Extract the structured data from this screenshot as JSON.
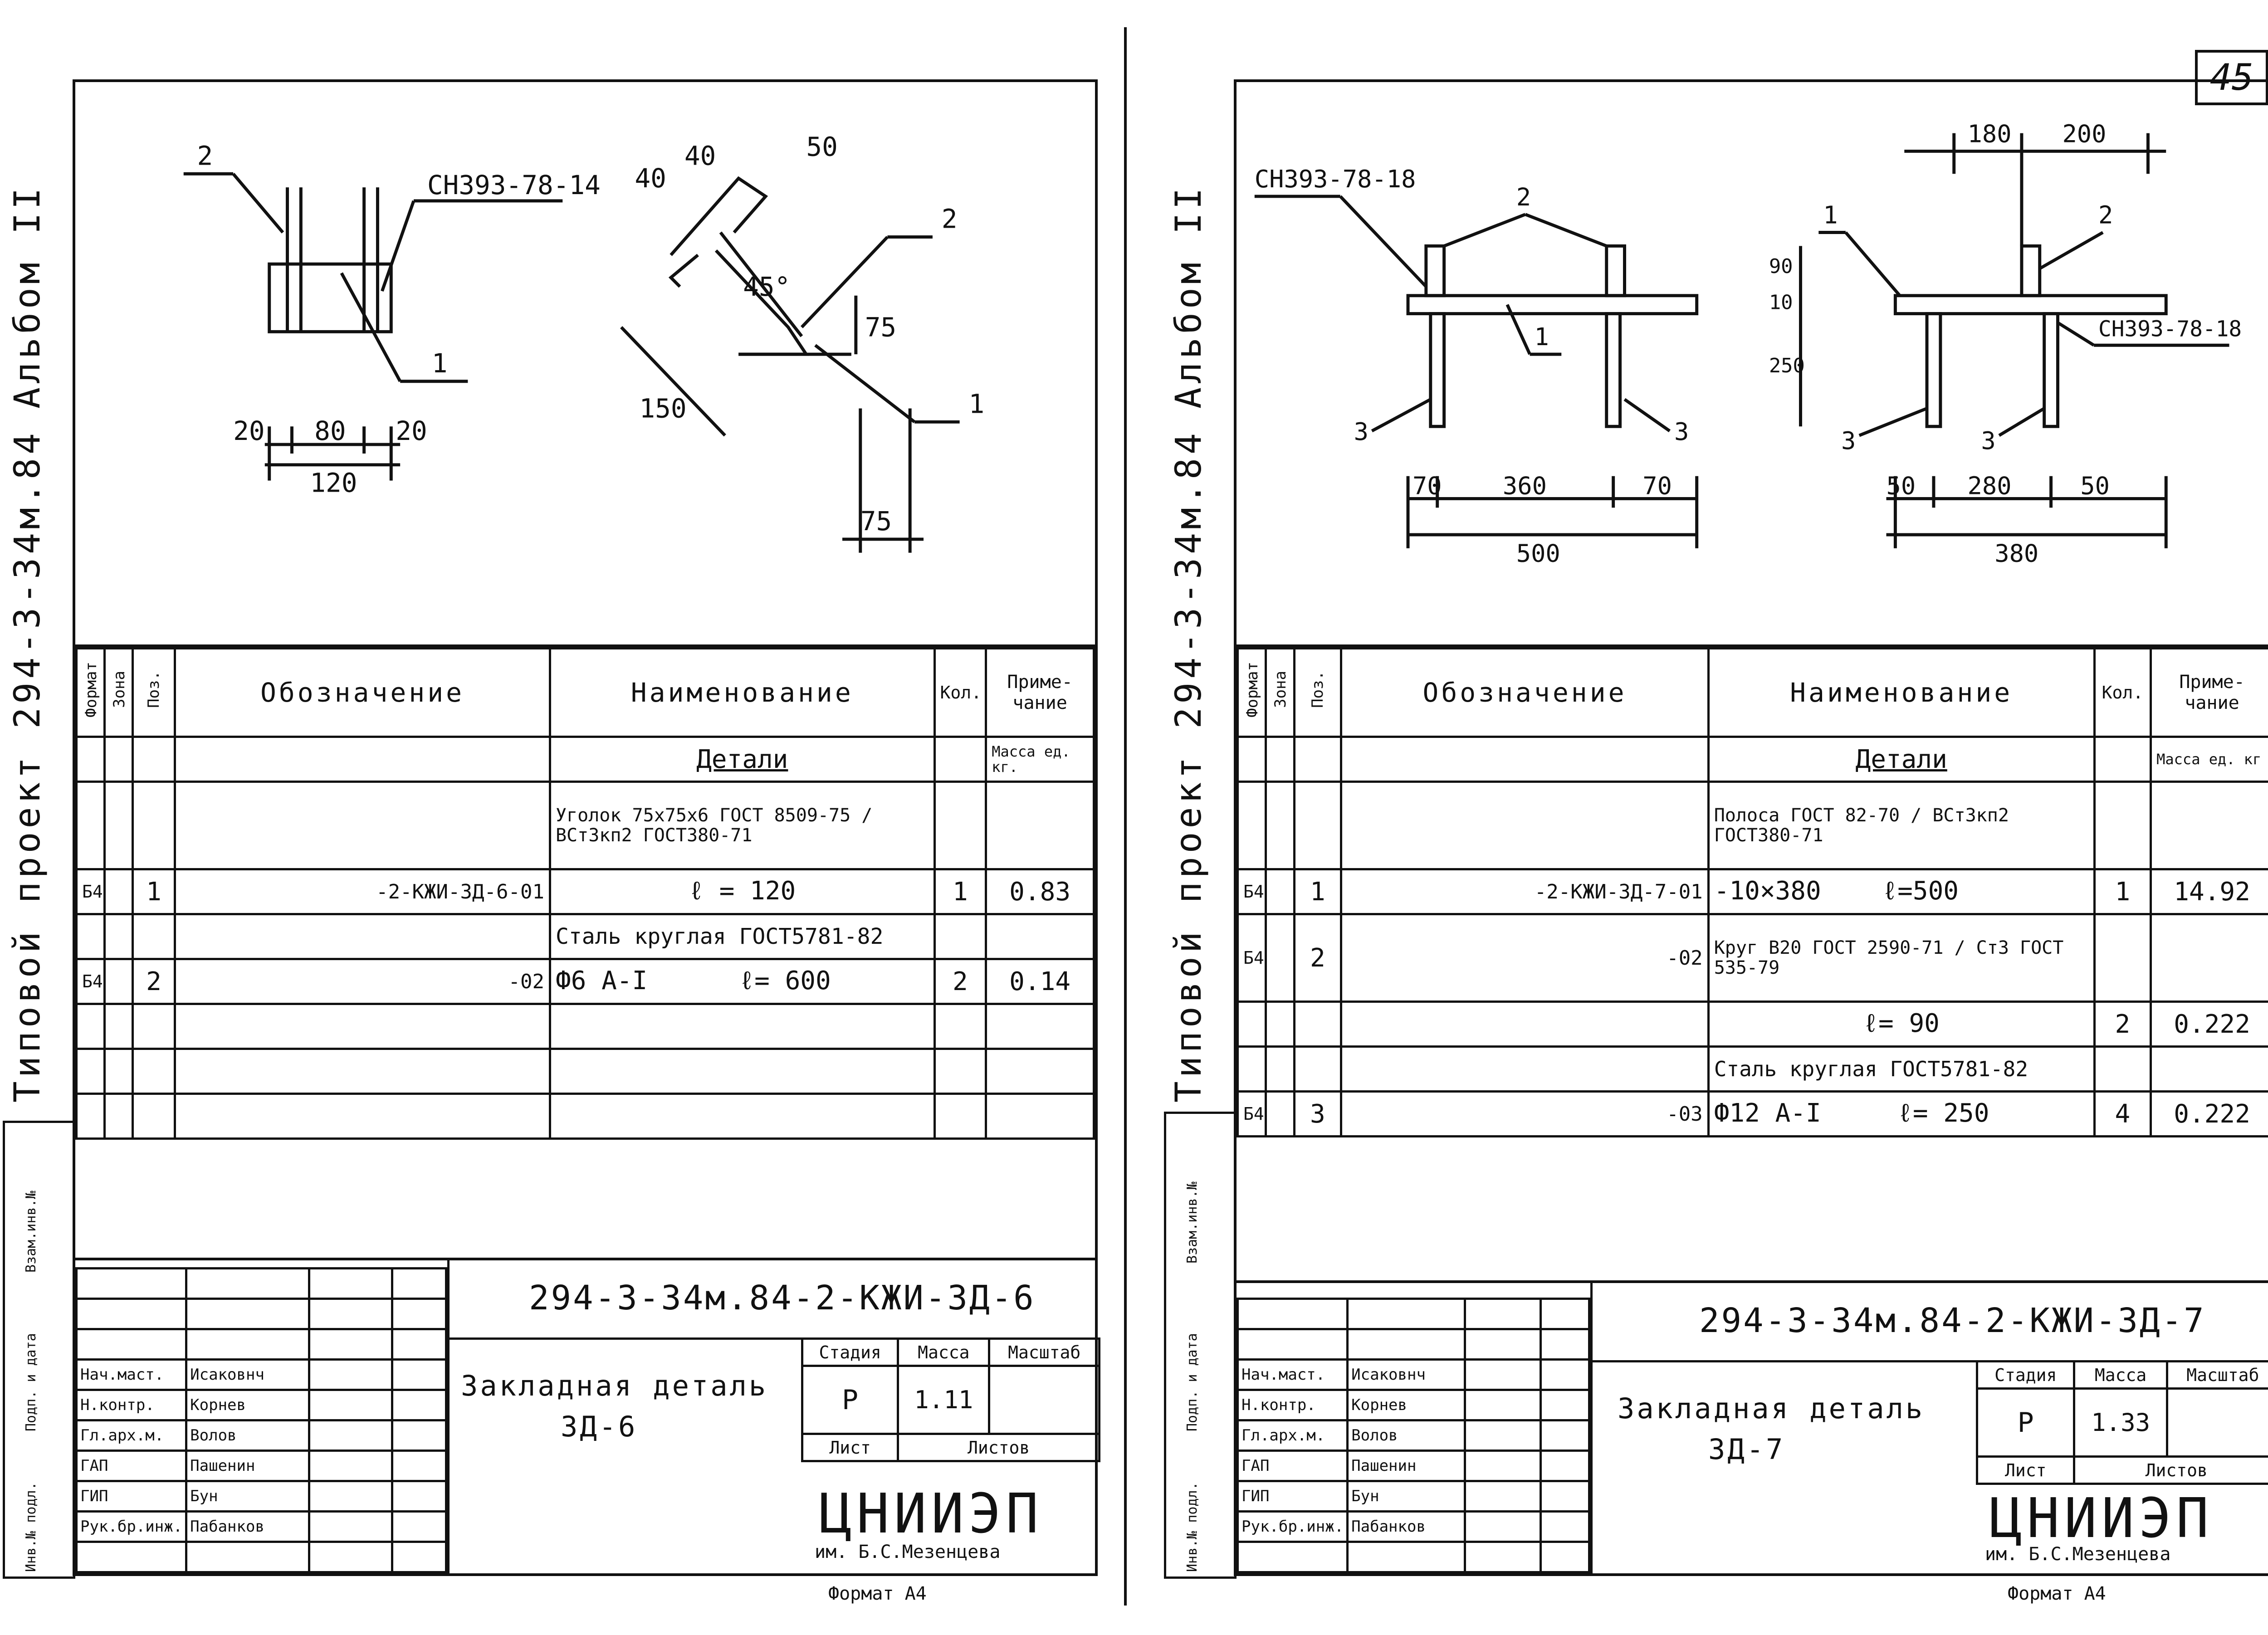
{
  "page_number": "45",
  "left": {
    "side_label_top": "Альбом II",
    "side_label_bottom": "Типовой проект 294-3-34м.84",
    "drawing": {
      "callout_2_a": "2",
      "callout_2_b": "2",
      "callout_1_a": "1",
      "callout_1_b": "1",
      "weld": "СН393-78-14",
      "dims": {
        "d20a": "20",
        "d80": "80",
        "d20b": "20",
        "d120": "120",
        "d40a": "40",
        "d40b": "40",
        "d50": "50",
        "d75": "75",
        "d75b": "75",
        "d150": "150",
        "angle": "45°"
      }
    },
    "spec": {
      "headers": {
        "format": "Формат",
        "zone": "Зона",
        "pos": "Поз.",
        "designation": "Обозначение",
        "name": "Наименование",
        "qty": "Кол.",
        "note": "Приме-чание"
      },
      "rows": [
        {
          "format": "",
          "pos": "",
          "designation": "",
          "name": "Детали",
          "qty": "",
          "note": "Масса ед. кг."
        },
        {
          "format": "",
          "pos": "",
          "designation": "",
          "name": "Уголок 75х75х6 ГОСТ 8509-75 / ВСт3кп2 ГОСТ380-71",
          "qty": "",
          "note": ""
        },
        {
          "format": "Б4",
          "pos": "1",
          "designation": "-2-КЖИ-3Д-6-01",
          "name": "ℓ = 120",
          "qty": "1",
          "note": "0.83"
        },
        {
          "format": "",
          "pos": "",
          "designation": "",
          "name": "Сталь круглая ГОСТ5781-82",
          "qty": "",
          "note": ""
        },
        {
          "format": "Б4",
          "pos": "2",
          "designation": "-02",
          "name": "Ф6 А-I      ℓ= 600",
          "qty": "2",
          "note": "0.14"
        },
        {
          "format": "",
          "pos": "",
          "designation": "",
          "name": "",
          "qty": "",
          "note": ""
        },
        {
          "format": "",
          "pos": "",
          "designation": "",
          "name": "",
          "qty": "",
          "note": ""
        },
        {
          "format": "",
          "pos": "",
          "designation": "",
          "name": "",
          "qty": "",
          "note": ""
        }
      ]
    },
    "title_block": {
      "code": "294-3-34м.84-2-КЖИ-3Д-6",
      "title_line1": "Закладная деталь",
      "title_line2": "3Д-6",
      "stage_head": "Стадия",
      "mass_head": "Масса",
      "scale_head": "Масштаб",
      "stage": "Р",
      "mass": "1.11",
      "scale": "",
      "sheet_head": "Лист",
      "sheets_head": "Листов",
      "org": "ЦНИИЭП",
      "org_sub": "им. Б.С.Мезенцева",
      "staff": [
        {
          "role": "Нач.маст.",
          "name": "Исаковнч"
        },
        {
          "role": "Н.контр.",
          "name": "Корнев"
        },
        {
          "role": "Гл.арх.м.",
          "name": "Волов"
        },
        {
          "role": "ГАП",
          "name": "Пашенин"
        },
        {
          "role": "ГИП",
          "name": "Бун"
        },
        {
          "role": "Рук.бр.инж.",
          "name": "Пабанков"
        }
      ],
      "strip_1": "Инв.№ подл.",
      "strip_2": "Подп. и дата",
      "strip_3": "Взам.инв.№",
      "format": "Формат А4"
    }
  },
  "right": {
    "side_label_top": "Альбом II",
    "side_label_bottom": "Типовой проект 294-3-34м.84",
    "drawing": {
      "weld_a": "СН393-78-18",
      "weld_b": "СН393-78-18",
      "callout_2_a": "2",
      "callout_2_b": "2",
      "callout_1_a": "1",
      "callout_1_b": "1",
      "callout_3_a": "3",
      "callout_3_b": "3",
      "callout_3_c": "3",
      "callout_3_d": "3",
      "dims": {
        "d70a": "70",
        "d360": "360",
        "d70b": "70",
        "d500": "500",
        "d90": "90",
        "d10": "10",
        "d250": "250",
        "d180": "180",
        "d200": "200",
        "d50a": "50",
        "d280": "280",
        "d50b": "50",
        "d380": "380"
      }
    },
    "spec": {
      "headers": {
        "format": "Формат",
        "zone": "Зона",
        "pos": "Поз.",
        "designation": "Обозначение",
        "name": "Наименование",
        "qty": "Кол.",
        "note": "Приме-чание"
      },
      "rows": [
        {
          "format": "",
          "pos": "",
          "designation": "",
          "name": "Детали",
          "qty": "",
          "note": "Масса ед. кг"
        },
        {
          "format": "",
          "pos": "",
          "designation": "",
          "name": "Полоса ГОСТ 82-70 / ВСт3кп2 ГОСТ380-71",
          "qty": "",
          "note": ""
        },
        {
          "format": "Б4",
          "pos": "1",
          "designation": "-2-КЖИ-3Д-7-01",
          "name": "-10×380    ℓ=500",
          "qty": "1",
          "note": "14.92"
        },
        {
          "format": "Б4",
          "pos": "2",
          "designation": "-02",
          "name": "Круг В20 ГОСТ 2590-71 / Ст3 ГОСТ 535-79",
          "qty": "",
          "note": ""
        },
        {
          "format": "",
          "pos": "",
          "designation": "",
          "name": "ℓ= 90",
          "qty": "2",
          "note": "0.222"
        },
        {
          "format": "",
          "pos": "",
          "designation": "",
          "name": "Сталь круглая ГОСТ5781-82",
          "qty": "",
          "note": ""
        },
        {
          "format": "Б4",
          "pos": "3",
          "designation": "-03",
          "name": "Ф12 А-I     ℓ= 250",
          "qty": "4",
          "note": "0.222"
        }
      ]
    },
    "title_block": {
      "code": "294-3-34м.84-2-КЖИ-3Д-7",
      "title_line1": "Закладная деталь",
      "title_line2": "3Д-7",
      "stage_head": "Стадия",
      "mass_head": "Масса",
      "scale_head": "Масштаб",
      "stage": "Р",
      "mass": "1.33",
      "scale": "",
      "sheet_head": "Лист",
      "sheets_head": "Листов",
      "org": "ЦНИИЭП",
      "org_sub": "им. Б.С.Мезенцева",
      "staff": [
        {
          "role": "Нач.маст.",
          "name": "Исаковнч"
        },
        {
          "role": "Н.контр.",
          "name": "Корнев"
        },
        {
          "role": "Гл.арх.м.",
          "name": "Волов"
        },
        {
          "role": "ГАП",
          "name": "Пашенин"
        },
        {
          "role": "ГИП",
          "name": "Бун"
        },
        {
          "role": "Рук.бр.инж.",
          "name": "Пабанков"
        }
      ],
      "strip_1": "Инв.№ подл.",
      "strip_2": "Подп. и дата",
      "strip_3": "Взам.инв.№",
      "format": "Формат А4"
    }
  }
}
